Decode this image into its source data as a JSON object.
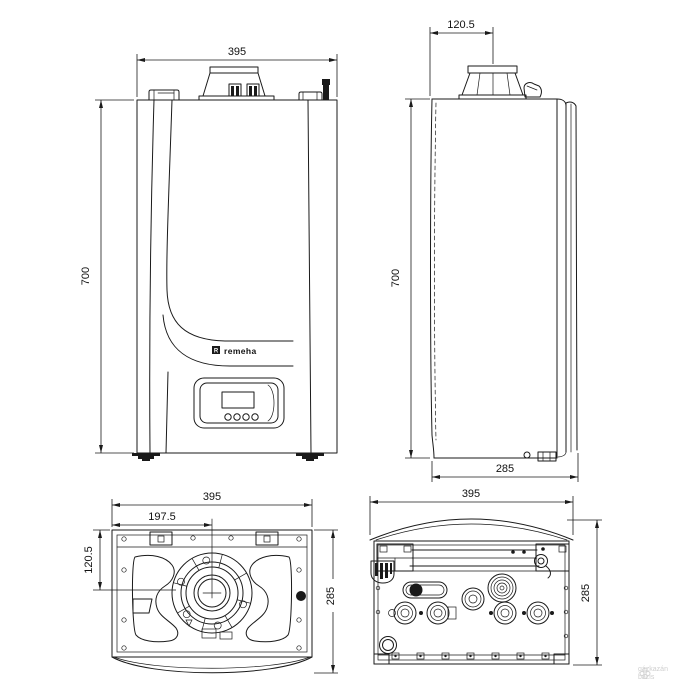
{
  "page": {
    "background": "#ffffff",
    "line_color": "#1a1a1a"
  },
  "brand": {
    "name": "remeha",
    "mark": "R"
  },
  "views": {
    "front": {
      "width_mm": "395",
      "height_mm": "700"
    },
    "side": {
      "flue_offset_mm": "120.5",
      "height_mm": "700",
      "depth_mm": "285"
    },
    "top": {
      "width_mm": "395",
      "flue_center_x_mm": "197.5",
      "flue_center_y_mm": "120.5",
      "depth_mm": "285"
    },
    "bottom": {
      "width_mm": "395",
      "depth_mm": "285"
    }
  },
  "watermark": {
    "line1": "gázkazán",
    "line2": "bázis"
  }
}
